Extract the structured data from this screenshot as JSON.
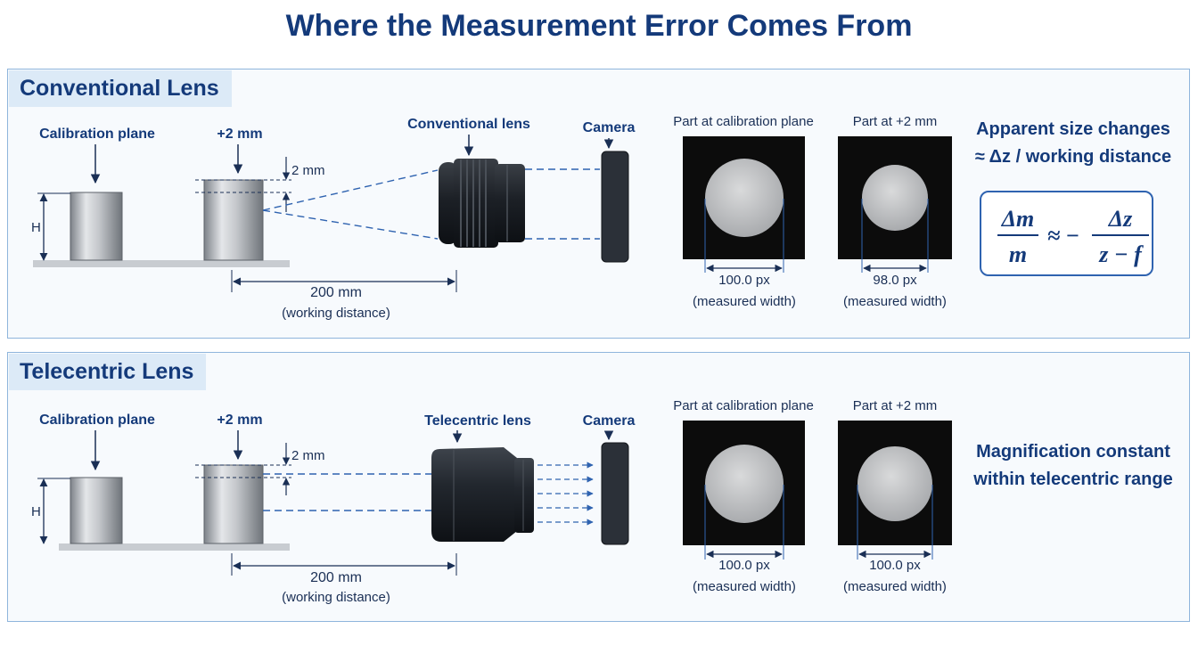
{
  "title": "Where the Measurement Error Comes From",
  "conventional": {
    "heading": "Conventional Lens",
    "calibration_plane": "Calibration plane",
    "offset_label": "+2 mm",
    "shift": "2 mm",
    "height": "H",
    "distance": "200 mm",
    "distance_note": "(working distance)",
    "lens_label": "Conventional lens",
    "camera_label": "Camera",
    "tile1_title": "Part at calibration plane",
    "tile1_value": "100.0 px",
    "tile1_note": "(measured width)",
    "tile2_title": "Part at +2 mm",
    "tile2_value": "98.0 px",
    "tile2_note": "(measured width)",
    "note_line1": "Apparent size changes",
    "note_line2": "≈ Δz / working distance",
    "formula": {
      "num_left": "Δm",
      "den_left": "m",
      "approx": "≈ −",
      "num_right": "Δz",
      "den_right": "z − f"
    }
  },
  "telecentric": {
    "heading": "Telecentric Lens",
    "calibration_plane": "Calibration plane",
    "offset_label": "+2 mm",
    "shift": "2 mm",
    "height": "H",
    "distance": "200 mm",
    "distance_note": "(working distance)",
    "lens_label": "Telecentric lens",
    "camera_label": "Camera",
    "tile1_title": "Part at calibration plane",
    "tile1_value": "100.0 px",
    "tile1_note": "(measured width)",
    "tile2_title": "Part at +2 mm",
    "tile2_value": "100.0 px",
    "tile2_note": "(measured width)",
    "note_line1": "Magnification constant",
    "note_line2": "within telecentric range"
  },
  "colors": {
    "title": "#143a7a",
    "accent": "#2f63b0",
    "panel_border": "#8fb5dc",
    "heading_bg": "#dceaf7"
  }
}
